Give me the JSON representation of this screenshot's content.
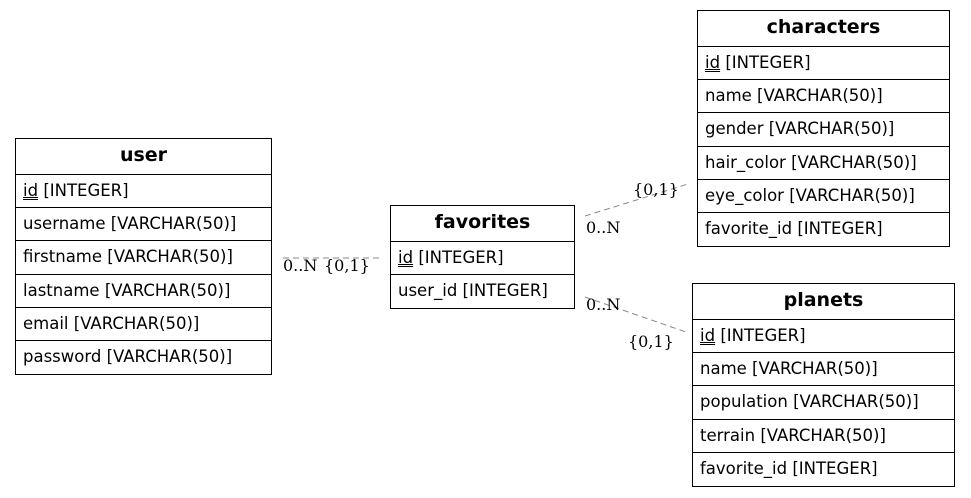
{
  "entities": {
    "user": {
      "name": "user",
      "attributes": [
        {
          "name": "id",
          "type": "[INTEGER]",
          "pk": true
        },
        {
          "name": "username",
          "type": "[VARCHAR(50)]"
        },
        {
          "name": "firstname",
          "type": "[VARCHAR(50)]"
        },
        {
          "name": "lastname",
          "type": "[VARCHAR(50)]"
        },
        {
          "name": "email",
          "type": "[VARCHAR(50)]"
        },
        {
          "name": "password",
          "type": "[VARCHAR(50)]"
        }
      ]
    },
    "favorites": {
      "name": "favorites",
      "attributes": [
        {
          "name": "id",
          "type": "[INTEGER]",
          "pk": true
        },
        {
          "name": "user_id",
          "type": "[INTEGER]"
        }
      ]
    },
    "characters": {
      "name": "characters",
      "attributes": [
        {
          "name": "id",
          "type": "[INTEGER]",
          "pk": true
        },
        {
          "name": "name",
          "type": "[VARCHAR(50)]"
        },
        {
          "name": "gender",
          "type": "[VARCHAR(50)]"
        },
        {
          "name": "hair_color",
          "type": "[VARCHAR(50)]"
        },
        {
          "name": "eye_color",
          "type": "[VARCHAR(50)]"
        },
        {
          "name": "favorite_id",
          "type": "[INTEGER]"
        }
      ]
    },
    "planets": {
      "name": "planets",
      "attributes": [
        {
          "name": "id",
          "type": "[INTEGER]",
          "pk": true
        },
        {
          "name": "name",
          "type": "[VARCHAR(50)]"
        },
        {
          "name": "population",
          "type": "[VARCHAR(50)]"
        },
        {
          "name": "terrain",
          "type": "[VARCHAR(50)]"
        },
        {
          "name": "favorite_id",
          "type": "[INTEGER]"
        }
      ]
    }
  },
  "relationships": [
    {
      "from": "user",
      "to": "favorites",
      "from_card": "0..N",
      "to_card": "{0,1}"
    },
    {
      "from": "favorites",
      "to": "characters",
      "from_card": "0..N",
      "to_card": "{0,1}"
    },
    {
      "from": "favorites",
      "to": "planets",
      "from_card": "0..N",
      "to_card": "{0,1}"
    }
  ],
  "colors": {
    "edge": "#888888",
    "border": "#000000"
  }
}
